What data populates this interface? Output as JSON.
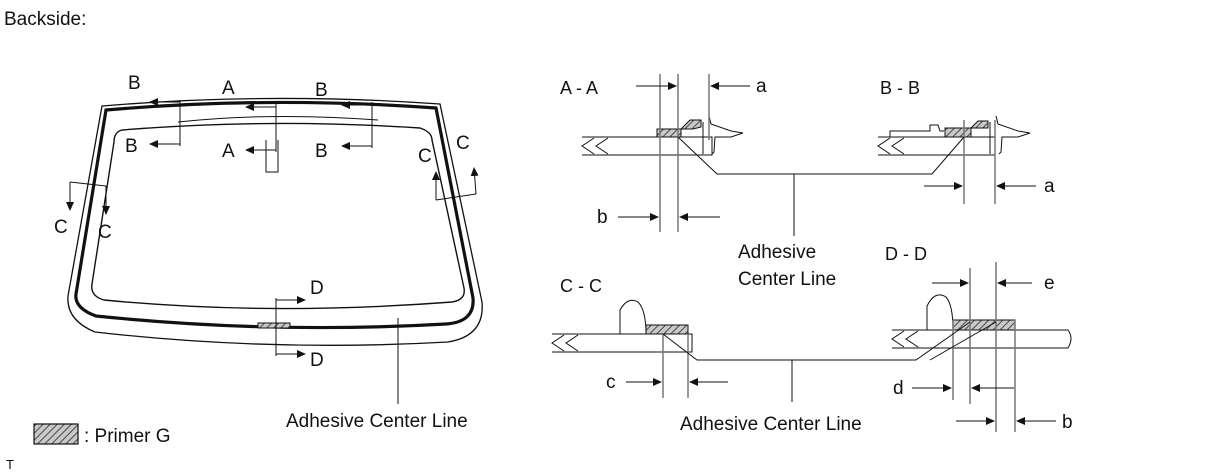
{
  "header": {
    "label": "Backside:"
  },
  "legend": {
    "text": ":  Primer G",
    "corner": "T"
  },
  "windshield": {
    "callout": "Adhesive Center Line",
    "section_marks": [
      "B",
      "A",
      "B",
      "B",
      "A",
      "B",
      "C",
      "C",
      "C",
      "C",
      "D",
      "D"
    ]
  },
  "sections": {
    "aa": {
      "title": "A - A",
      "dims": [
        "a",
        "b"
      ]
    },
    "bb": {
      "title": "B - B",
      "dims": [
        "a"
      ]
    },
    "cc": {
      "title": "C - C",
      "dims": [
        "c"
      ]
    },
    "dd": {
      "title": "D - D",
      "dims": [
        "e",
        "d",
        "b"
      ]
    }
  },
  "callouts": {
    "top": [
      "Adhesive",
      "Center Line"
    ],
    "bottom": "Adhesive Center Line"
  },
  "colors": {
    "line": "#111111",
    "reference": "#777777",
    "hatch": "#666666"
  }
}
